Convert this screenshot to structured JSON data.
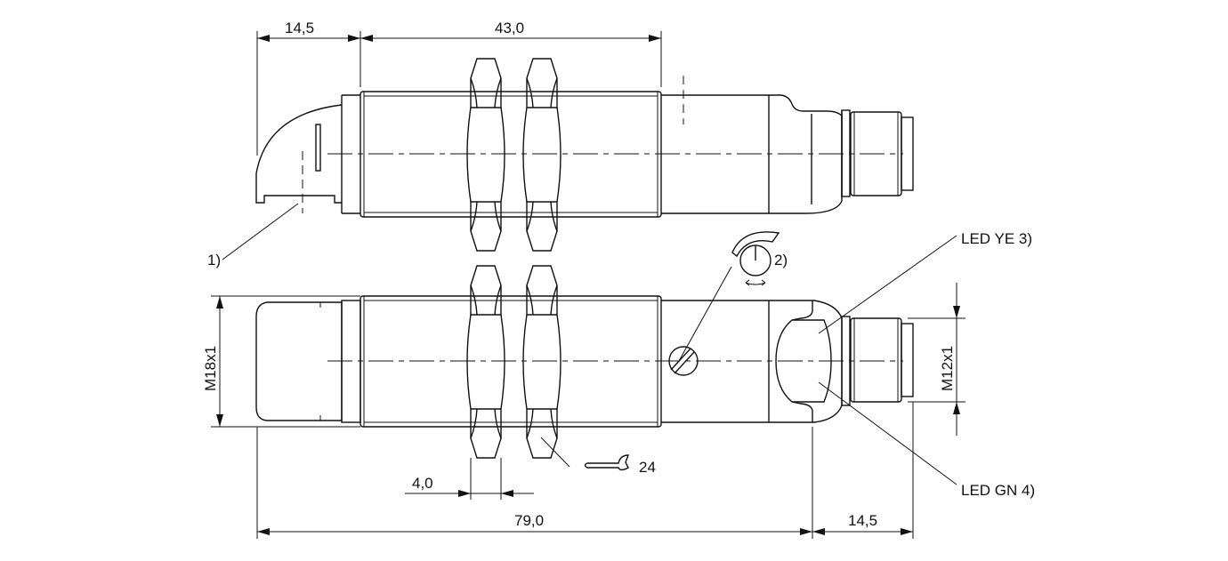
{
  "dimensions": {
    "top_left_length": "14,5",
    "thread_length": "43,0",
    "nut_width": "4,0",
    "total_length": "79,0",
    "connector_length": "14,5",
    "housing_thread": "M18x1",
    "connector_thread": "M12x1",
    "wrench_size": "24"
  },
  "callouts": {
    "note_1": "1)",
    "note_2": "2)",
    "led_yellow": "LED YE 3)",
    "led_green": "LED GN 4)"
  }
}
